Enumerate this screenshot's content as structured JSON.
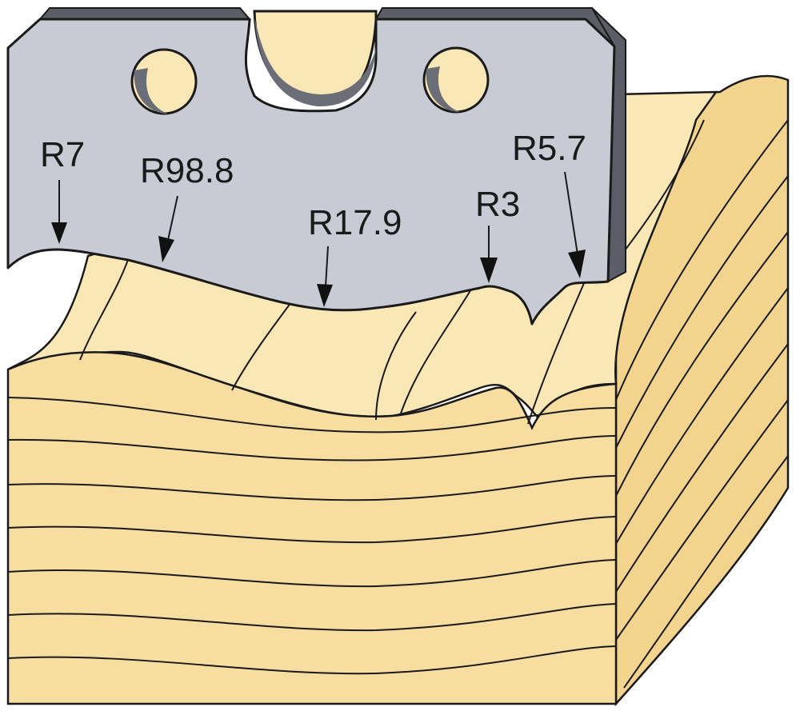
{
  "labels": {
    "r7": "R7",
    "r98_8": "R98.8",
    "r17_9": "R17.9",
    "r3": "R3",
    "r5_7": "R5.7"
  },
  "colors": {
    "wood_face": "#f7dea0",
    "wood_top": "#fae7b6",
    "wood_side": "#f2d48e",
    "blade": "#c8cbd3",
    "blade_edge": "#5b5e66",
    "outline": "#1a1a1a"
  }
}
